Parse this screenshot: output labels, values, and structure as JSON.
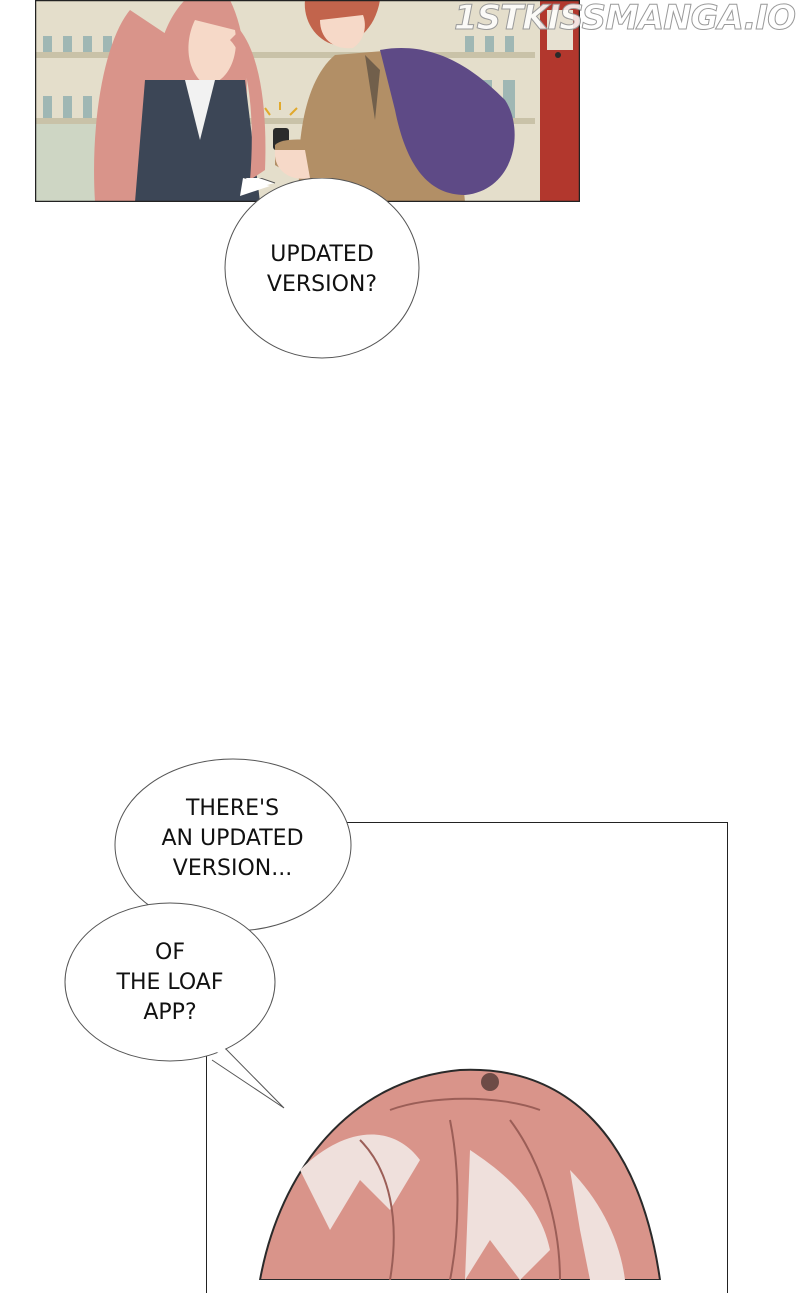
{
  "watermark": "1STKISSMANGA.IO",
  "bubbles": {
    "bubble_1": {
      "lines": [
        "UPDATED",
        "VERSION?"
      ]
    },
    "bubble_2": {
      "lines": [
        "THERE'S",
        "AN UPDATED",
        "VERSION..."
      ]
    },
    "bubble_3": {
      "lines": [
        "OF",
        "THE LOAF",
        "APP?"
      ]
    }
  },
  "colors": {
    "hair": "#d9948a",
    "bag": "#5e4a86",
    "jacket": "#3c4656",
    "backdrop": "#e8e2cf",
    "accent_red": "#b2372d"
  }
}
